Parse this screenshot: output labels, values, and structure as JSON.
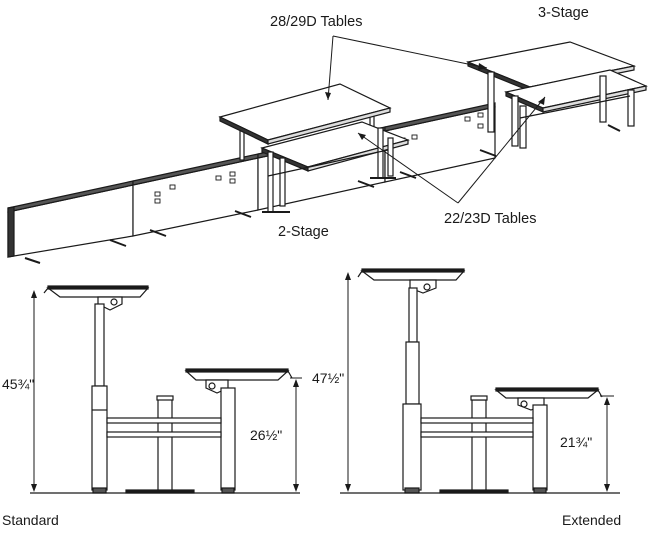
{
  "labels": {
    "tables_2829": "28/29D Tables",
    "stage_3": "3-Stage",
    "tables_2223": "22/23D Tables",
    "stage_2": "2-Stage",
    "standard": "Standard",
    "extended": "Extended"
  },
  "dimensions": {
    "standard_high": "45¾\"",
    "standard_low": "26½\"",
    "extended_high": "47½\"",
    "extended_low": "21¾\""
  },
  "colors": {
    "ink": "#1a1a1a",
    "panel": "#ffffff",
    "panel_edge": "#333333"
  }
}
